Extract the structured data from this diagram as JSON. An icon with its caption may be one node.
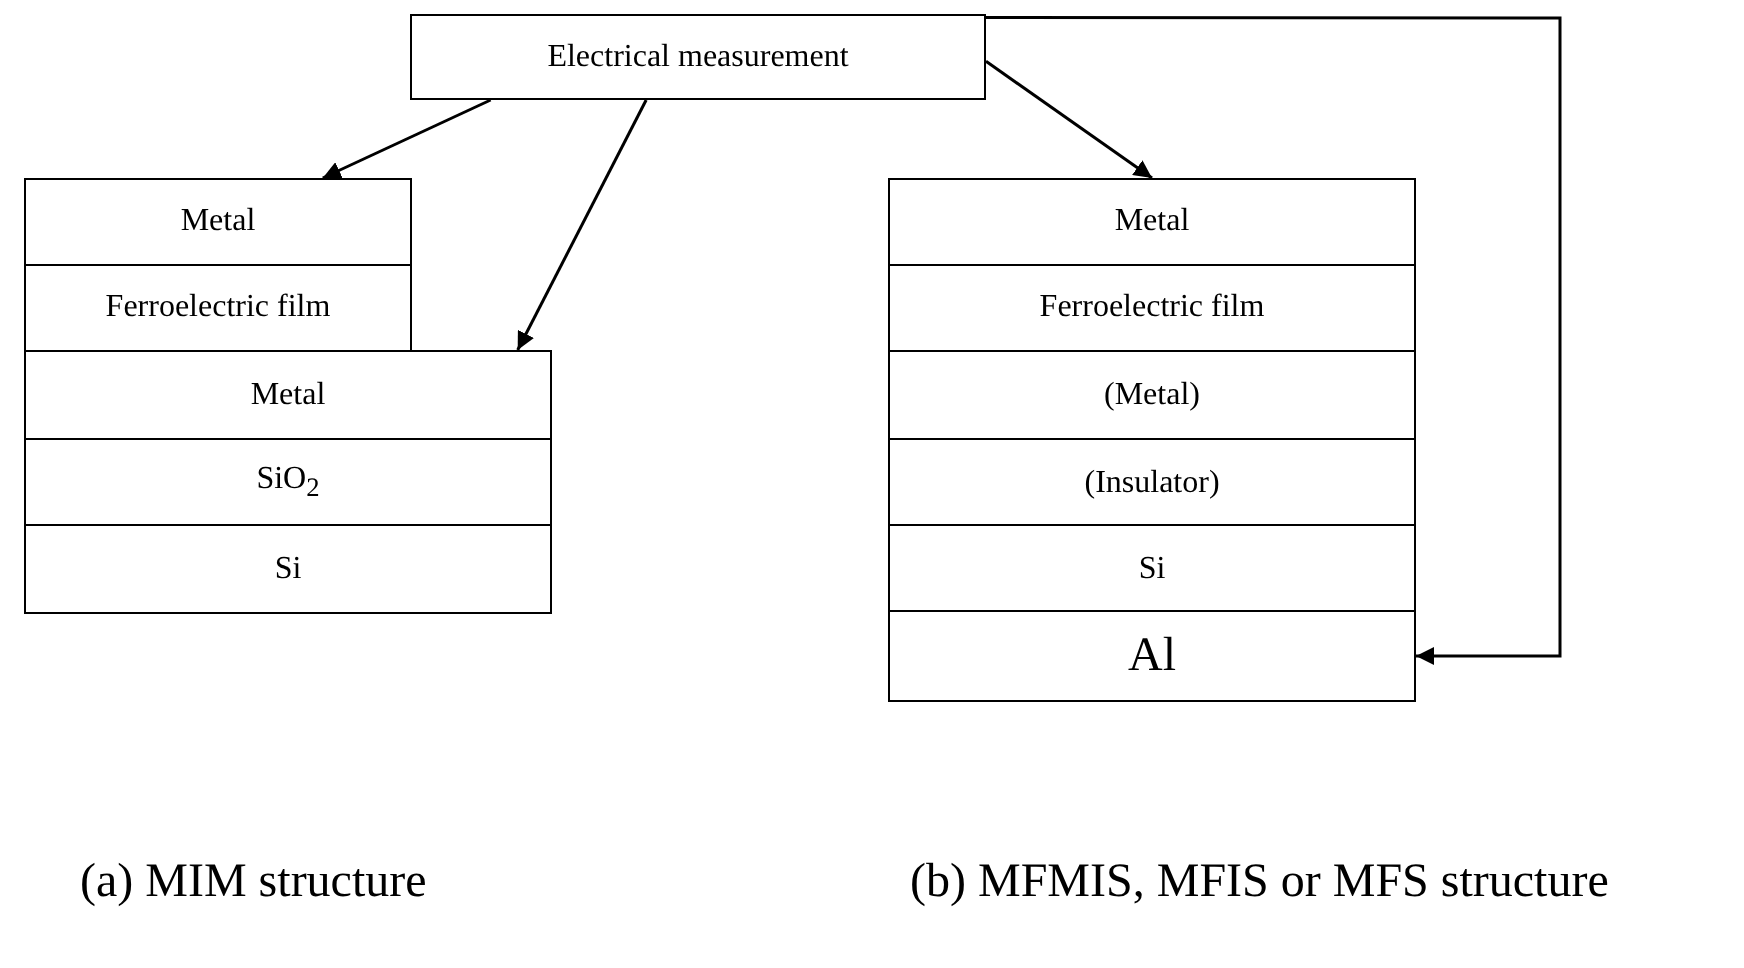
{
  "diagram": {
    "nodes": [
      {
        "text": [
          "Electrical measurement"
        ]
      },
      {
        "text": [
          "Metal"
        ]
      },
      {
        "text": [
          "Ferroelectric film"
        ]
      },
      {
        "text": [
          "Metal"
        ]
      },
      {
        "text": [
          "SiO$_{2}$"
        ]
      },
      {
        "text": [
          "Si"
        ]
      },
      {
        "text": [
          "Metal"
        ]
      },
      {
        "text": [
          "Ferroelectric film"
        ]
      },
      {
        "text": [
          "(Metal)"
        ]
      },
      {
        "text": [
          "(Insulator)"
        ]
      },
      {
        "text": [
          "Si"
        ]
      },
      {
        "text": [
          "Al"
        ]
      }
    ],
    "edges": [
      {
        "from": 0,
        "to": 1,
        "arrow": "to"
      },
      {
        "from": 0,
        "to": 3,
        "arrow": "to"
      },
      {
        "from": 0,
        "to": 6,
        "arrow": "to"
      },
      {
        "from": 0,
        "to": 11,
        "arrow": "to"
      }
    ],
    "labels": [
      "(a) MIM structure",
      "(b) MFMIS, MFIS or MFS structure"
    ]
  }
}
